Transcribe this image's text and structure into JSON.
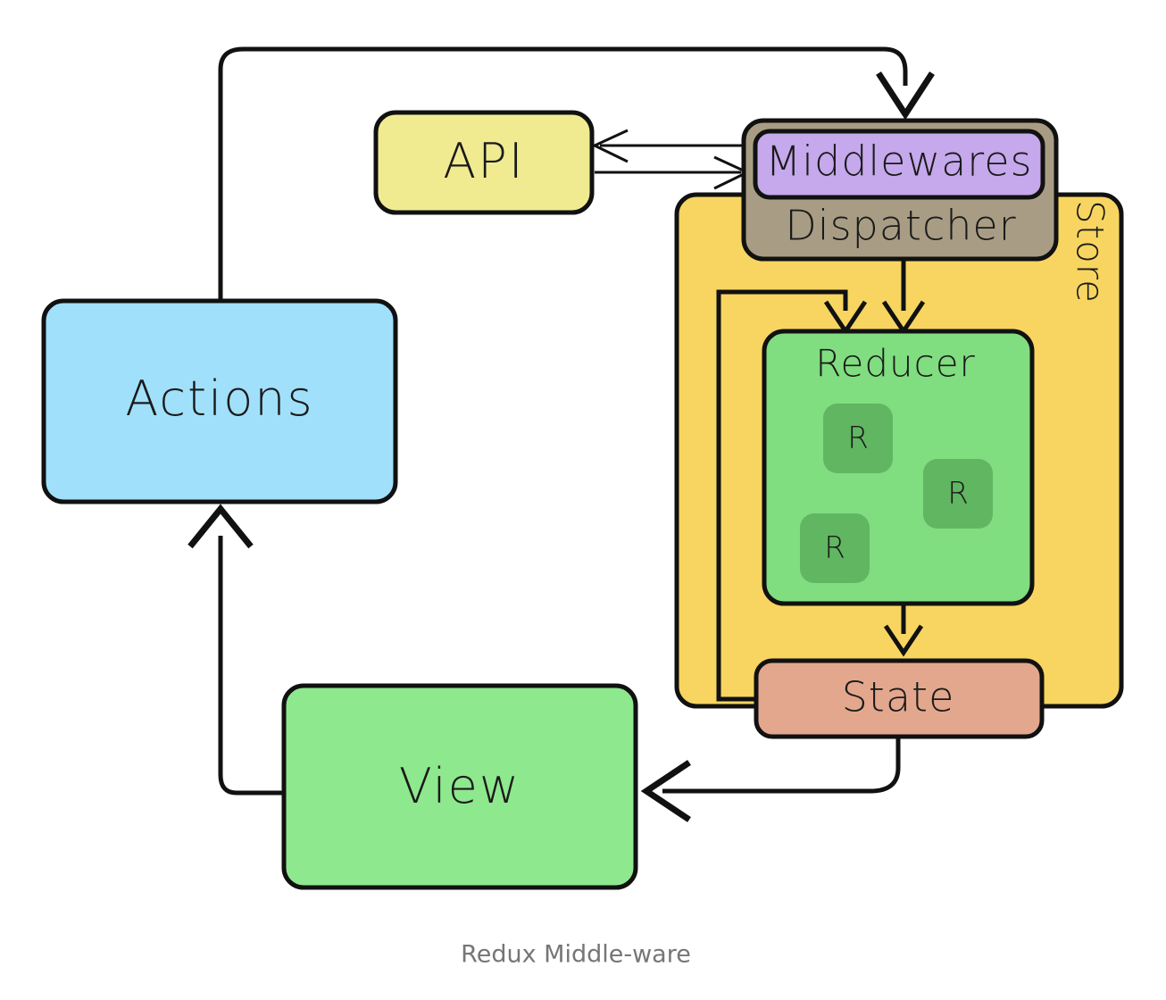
{
  "diagram": {
    "caption": "Redux Middle-ware",
    "background": "#ffffff",
    "stroke_color": "#111111",
    "nodes": {
      "actions": {
        "label": "Actions",
        "color": "#a0e0fb"
      },
      "api": {
        "label": "API",
        "color": "#f0eb91"
      },
      "store": {
        "label": "Store",
        "color": "#f7d560",
        "label_orientation": "vertical"
      },
      "dispatcher": {
        "label": "Dispatcher",
        "color": "#a89d84"
      },
      "middlewares": {
        "label": "Middlewares",
        "color": "#c6a8ec"
      },
      "reducer": {
        "label": "Reducer",
        "color": "#80dd80"
      },
      "reducer_items": [
        {
          "label": "R",
          "color": "#61b662"
        },
        {
          "label": "R",
          "color": "#61b662"
        },
        {
          "label": "R",
          "color": "#61b662"
        }
      ],
      "state": {
        "label": "State",
        "color": "#e3a78d"
      },
      "view": {
        "label": "View",
        "color": "#8ee88e"
      }
    },
    "edges": [
      {
        "name": "actions-to-middlewares",
        "from": "actions",
        "to": "middlewares"
      },
      {
        "name": "middlewares-to-api",
        "from": "middlewares",
        "to": "api"
      },
      {
        "name": "api-to-middlewares",
        "from": "api",
        "to": "middlewares"
      },
      {
        "name": "dispatcher-to-reducer",
        "from": "dispatcher",
        "to": "reducer"
      },
      {
        "name": "state-to-reducer",
        "from": "state",
        "to": "reducer"
      },
      {
        "name": "reducer-to-state",
        "from": "reducer",
        "to": "state"
      },
      {
        "name": "state-to-view",
        "from": "state",
        "to": "view"
      },
      {
        "name": "view-to-actions",
        "from": "view",
        "to": "actions"
      }
    ]
  }
}
